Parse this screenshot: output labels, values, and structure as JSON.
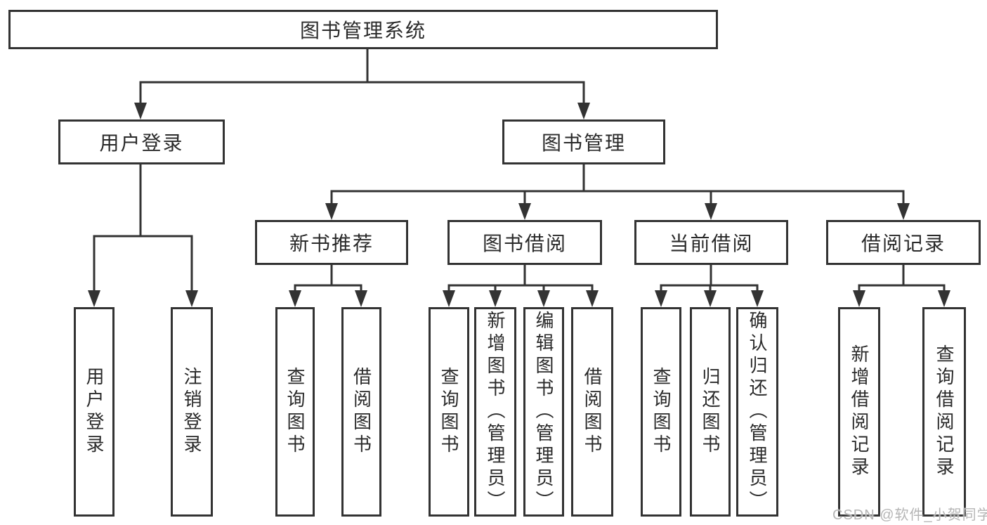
{
  "diagram": {
    "title": "图书管理系统",
    "nodes": {
      "root": {
        "label": "图书管理系统"
      },
      "user-login": {
        "label": "用户登录"
      },
      "book-mgmt": {
        "label": "图书管理"
      },
      "new-book-rec": {
        "label": "新书推荐"
      },
      "book-borrow": {
        "label": "图书借阅"
      },
      "current-borrow": {
        "label": "当前借阅"
      },
      "borrow-records": {
        "label": "借阅记录"
      },
      "user-login-action": {
        "label": "用户登录"
      },
      "logout-action": {
        "label": "注销登录"
      },
      "query-books-rec": {
        "label": "查询图书"
      },
      "borrow-books-rec": {
        "label": "借阅图书"
      },
      "query-books-borrow": {
        "label": "查询图书"
      },
      "add-books-admin": {
        "label": "新增图书（管理员）"
      },
      "edit-books-admin": {
        "label": "编辑图书（管理员）"
      },
      "borrow-books-main": {
        "label": "借阅图书"
      },
      "query-books-current": {
        "label": "查询图书"
      },
      "return-books": {
        "label": "归还图书"
      },
      "confirm-return-admin": {
        "label": "确认归还（管理员）"
      },
      "add-borrow-record": {
        "label": "新增借阅记录"
      },
      "query-borrow-record": {
        "label": "查询借阅记录"
      }
    },
    "edges": [
      {
        "from": "root",
        "to": "user-login"
      },
      {
        "from": "root",
        "to": "book-mgmt"
      },
      {
        "from": "user-login",
        "to": "user-login-action"
      },
      {
        "from": "user-login",
        "to": "logout-action"
      },
      {
        "from": "book-mgmt",
        "to": "new-book-rec"
      },
      {
        "from": "book-mgmt",
        "to": "book-borrow"
      },
      {
        "from": "book-mgmt",
        "to": "current-borrow"
      },
      {
        "from": "book-mgmt",
        "to": "borrow-records"
      },
      {
        "from": "new-book-rec",
        "to": "query-books-rec"
      },
      {
        "from": "new-book-rec",
        "to": "borrow-books-rec"
      },
      {
        "from": "book-borrow",
        "to": "query-books-borrow"
      },
      {
        "from": "book-borrow",
        "to": "add-books-admin"
      },
      {
        "from": "book-borrow",
        "to": "edit-books-admin"
      },
      {
        "from": "book-borrow",
        "to": "borrow-books-main"
      },
      {
        "from": "current-borrow",
        "to": "query-books-current"
      },
      {
        "from": "current-borrow",
        "to": "return-books"
      },
      {
        "from": "current-borrow",
        "to": "confirm-return-admin"
      },
      {
        "from": "borrow-records",
        "to": "add-borrow-record"
      },
      {
        "from": "borrow-records",
        "to": "query-borrow-record"
      }
    ],
    "watermark": {
      "text": "CSDN @软件_小贺同学",
      "color": "#b5b5b5"
    },
    "colors": {
      "background": "#ffffff",
      "border": "#333333",
      "line": "#333333",
      "text": "#2a2a2a"
    }
  }
}
